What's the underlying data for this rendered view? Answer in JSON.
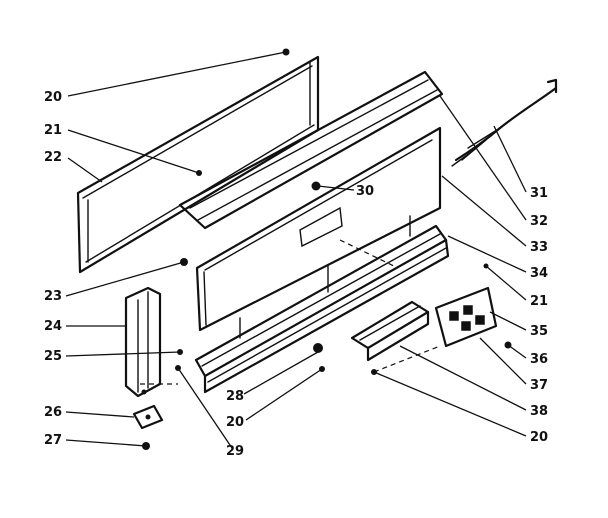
{
  "callouts": [
    {
      "id": "c1",
      "text": "20"
    },
    {
      "id": "c2",
      "text": "21"
    },
    {
      "id": "c3",
      "text": "22"
    },
    {
      "id": "c4",
      "text": "23"
    },
    {
      "id": "c5",
      "text": "24"
    },
    {
      "id": "c6",
      "text": "25"
    },
    {
      "id": "c7",
      "text": "26"
    },
    {
      "id": "c8",
      "text": "27"
    },
    {
      "id": "c9",
      "text": "28"
    },
    {
      "id": "c10",
      "text": "20"
    },
    {
      "id": "c11",
      "text": "29"
    },
    {
      "id": "c12",
      "text": "30"
    },
    {
      "id": "c13",
      "text": "31"
    },
    {
      "id": "c14",
      "text": "32"
    },
    {
      "id": "c15",
      "text": "33"
    },
    {
      "id": "c16",
      "text": "34"
    },
    {
      "id": "c17",
      "text": "21"
    },
    {
      "id": "c18",
      "text": "35"
    },
    {
      "id": "c19",
      "text": "36"
    },
    {
      "id": "c20",
      "text": "37"
    },
    {
      "id": "c21",
      "text": "38"
    },
    {
      "id": "c22",
      "text": "20"
    }
  ]
}
